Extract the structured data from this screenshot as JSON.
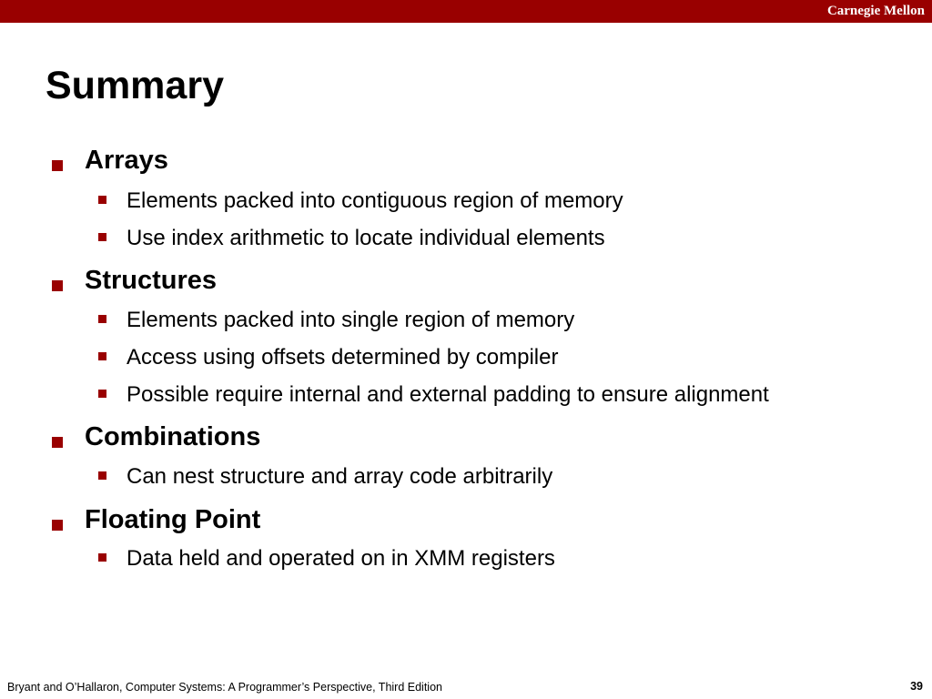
{
  "header": {
    "org": "Carnegie Mellon",
    "accent_color": "#990000"
  },
  "slide": {
    "title": "Summary",
    "sections": [
      {
        "heading": "Arrays",
        "items": [
          "Elements packed into contiguous region of memory",
          "Use index arithmetic to locate individual elements"
        ]
      },
      {
        "heading": "Structures",
        "items": [
          "Elements packed into single region of memory",
          "Access using offsets determined by compiler",
          "Possible require internal and external padding to ensure alignment"
        ]
      },
      {
        "heading": "Combinations",
        "items": [
          "Can nest structure and array code arbitrarily"
        ]
      },
      {
        "heading": "Floating Point",
        "items": [
          "Data held and operated on in XMM registers"
        ]
      }
    ]
  },
  "footer": {
    "citation": "Bryant and O’Hallaron, Computer Systems: A Programmer’s Perspective, Third Edition",
    "page_number": "39"
  }
}
